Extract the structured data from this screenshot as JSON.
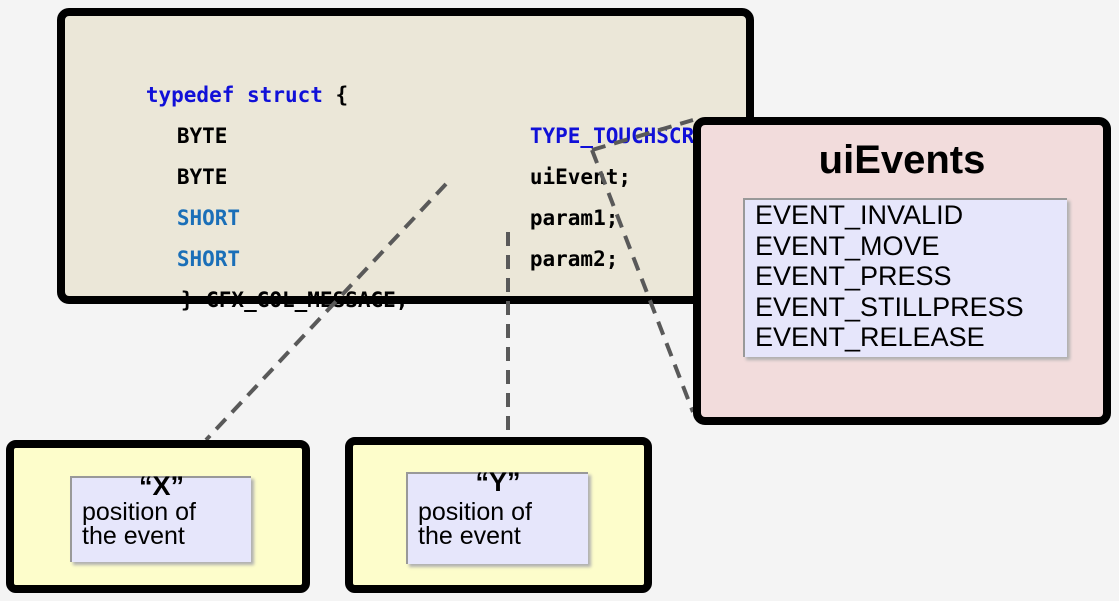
{
  "code": {
    "line1_kw1": "typedef",
    "line1_kw2": "struct",
    "line1_rest": "{",
    "line2_type": "BYTE",
    "line2_value": "TYPE_TOUCHSCREEN",
    "line2_semi": ";",
    "line3_type": "BYTE",
    "line3_value": "uiEvent;",
    "line4_type": "SHORT",
    "line4_value": "param1;",
    "line5_type": "SHORT",
    "line5_value": "param2;",
    "line6": "} GFX_GOL_MESSAGE;"
  },
  "events": {
    "title": "uiEvents",
    "items": [
      "EVENT_INVALID",
      "EVENT_MOVE",
      "EVENT_PRESS",
      "EVENT_STILLPRESS",
      "EVENT_RELEASE"
    ]
  },
  "x_box": {
    "label": "“X”",
    "desc": "position of\nthe event"
  },
  "y_box": {
    "label": "“Y”",
    "desc": "position of\nthe event"
  },
  "colors": {
    "code_bg": "#ebe7d8",
    "keyword": "#1010d8",
    "type_short": "#1a6fb8",
    "events_bg": "#f2dcdc",
    "list_bg": "#e6e6fb",
    "pos_bg": "#fdfdcb",
    "connector": "#595959"
  }
}
